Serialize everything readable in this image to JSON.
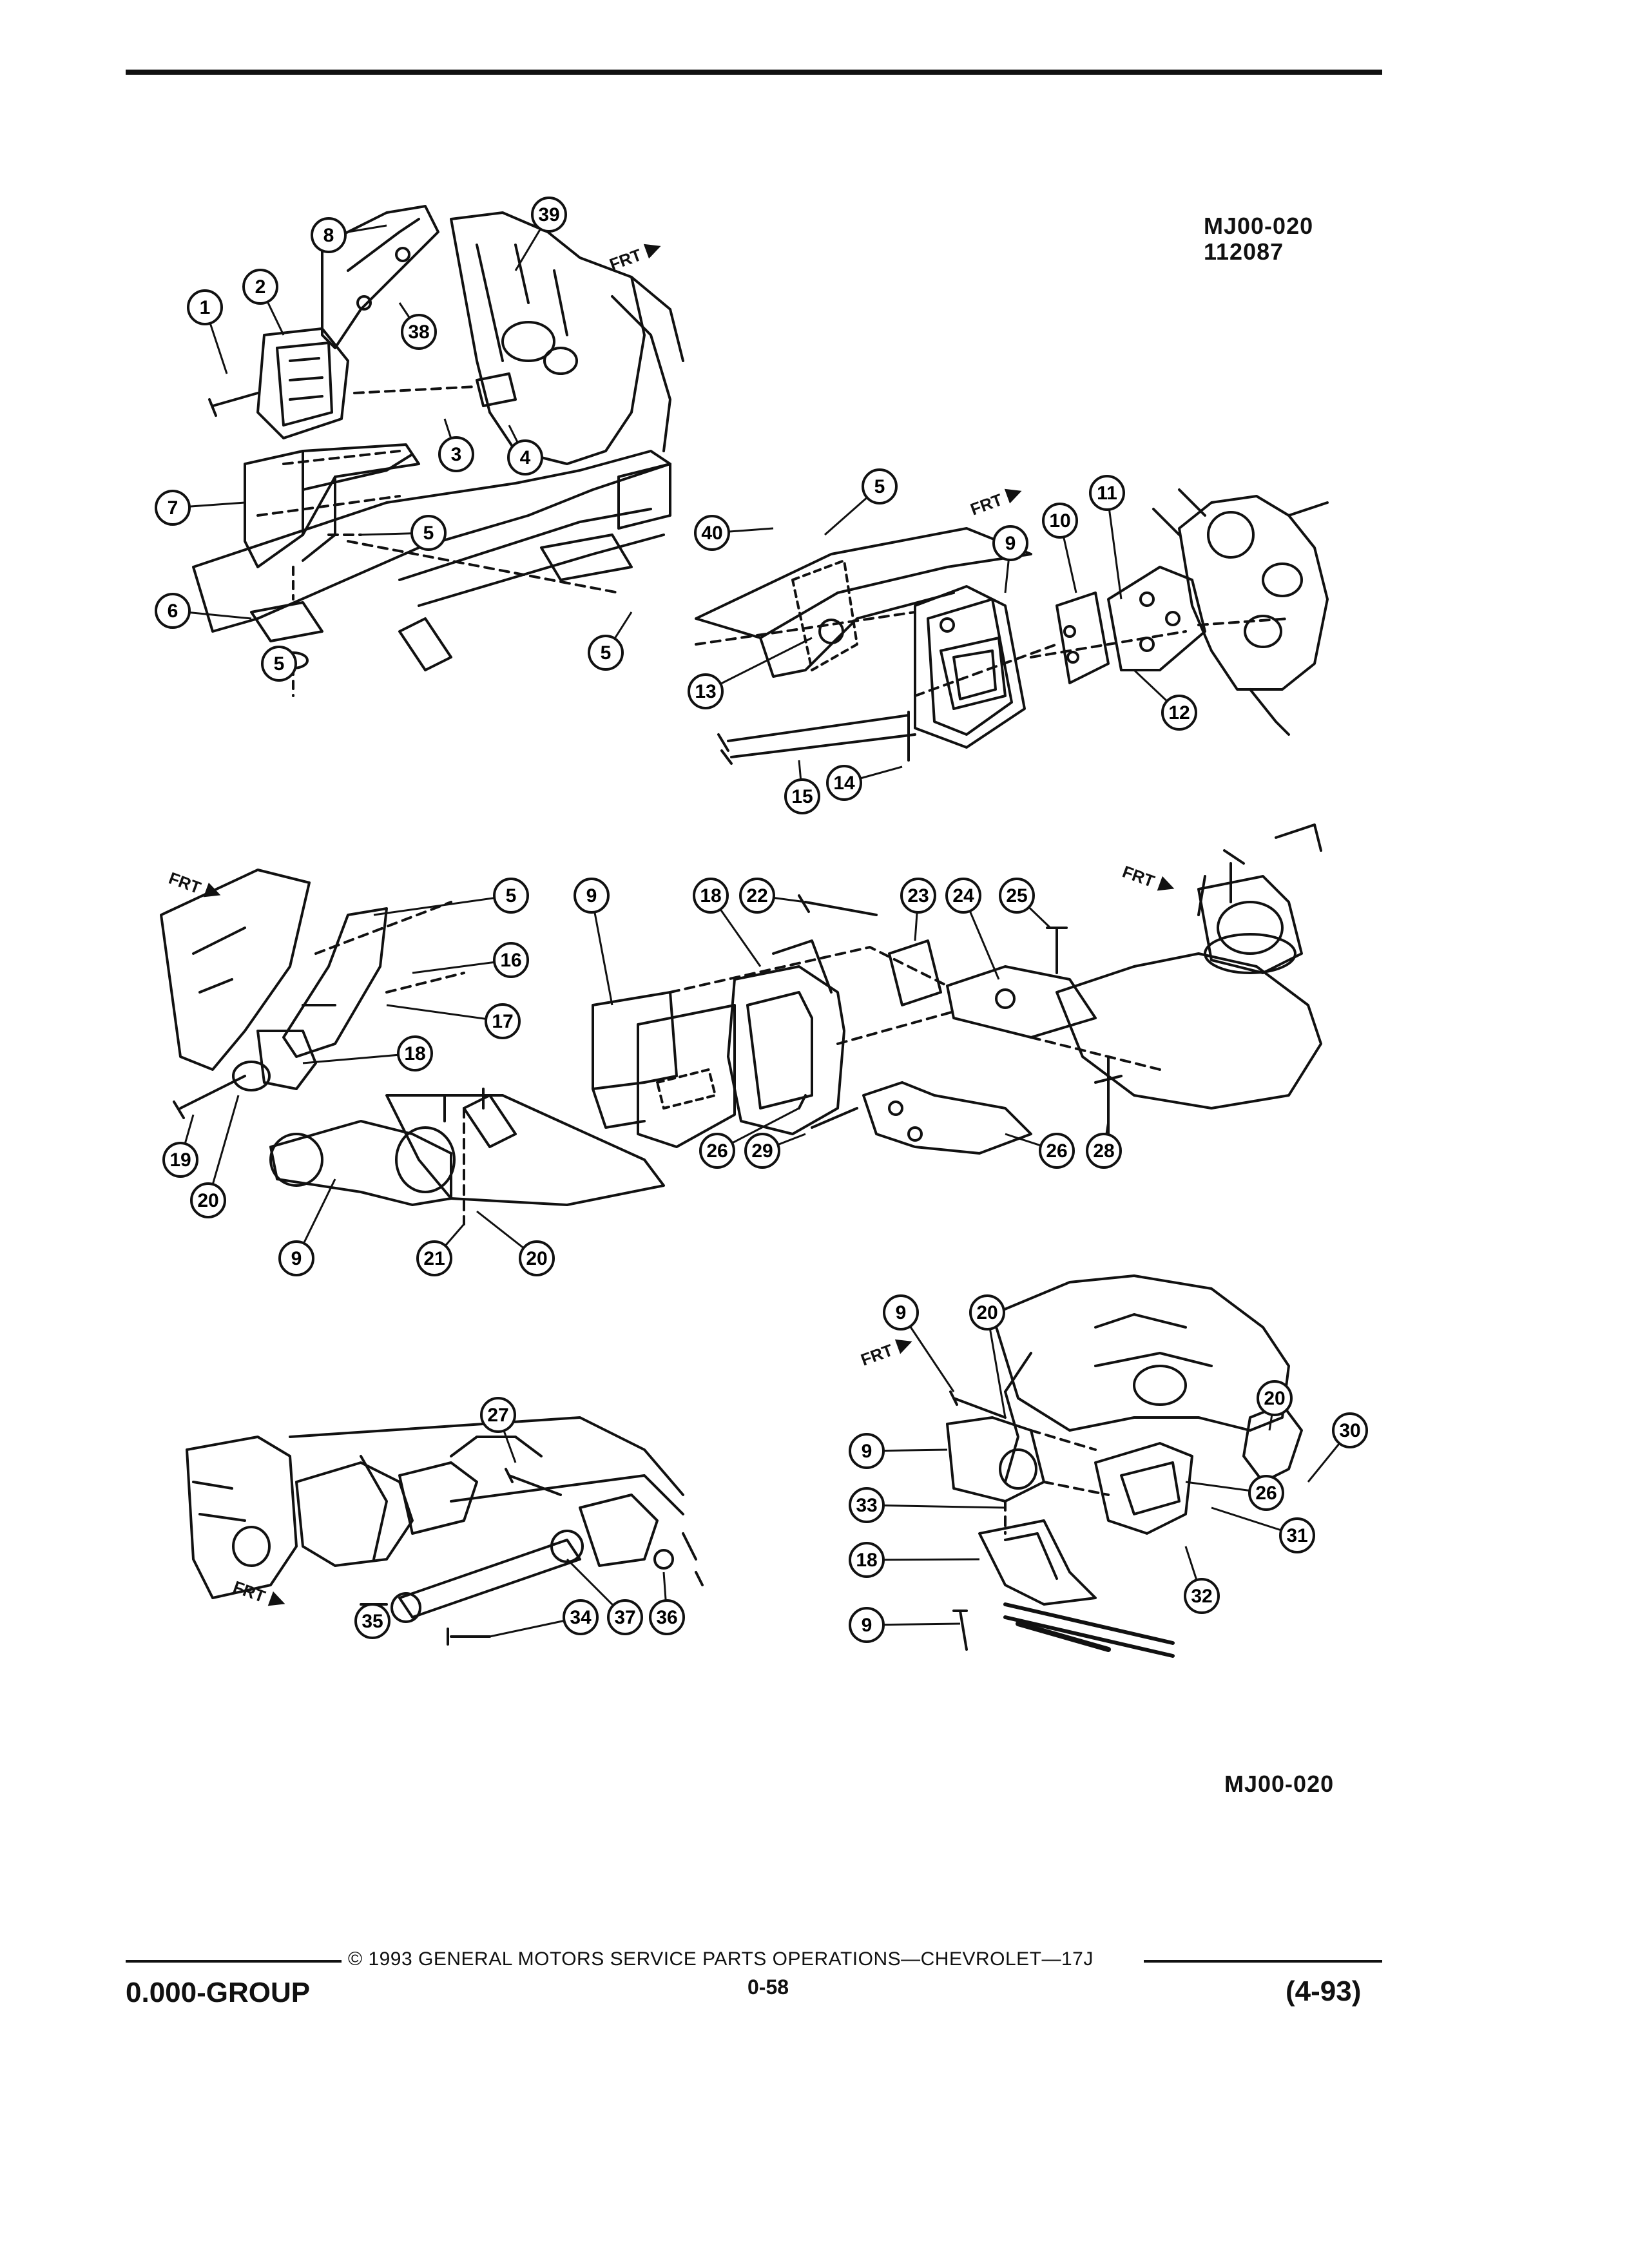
{
  "header": {
    "figure_code": "MJ00-020",
    "figure_number": "112087"
  },
  "illustration": {
    "direction_label": "FRT",
    "callouts": [
      "1",
      "2",
      "3",
      "4",
      "5",
      "5",
      "5",
      "6",
      "7",
      "8",
      "39",
      "38",
      "40",
      "5",
      "9",
      "10",
      "11",
      "12",
      "13",
      "15",
      "14",
      "5",
      "16",
      "17",
      "18",
      "19",
      "20",
      "9",
      "21",
      "20",
      "9",
      "18",
      "22",
      "23",
      "24",
      "25",
      "26",
      "29",
      "26",
      "28",
      "27",
      "34",
      "37",
      "36",
      "35",
      "9",
      "20",
      "9",
      "33",
      "18",
      "9",
      "20",
      "30",
      "31",
      "26",
      "32",
      "18"
    ]
  },
  "footer": {
    "figure_code": "MJ00-020",
    "copyright": "© 1993 GENERAL MOTORS SERVICE PARTS OPERATIONS—CHEVROLET—17J",
    "group": "0.000-GROUP",
    "page": "0-58",
    "revision": "(4-93)"
  }
}
